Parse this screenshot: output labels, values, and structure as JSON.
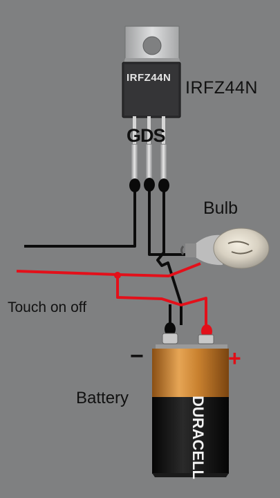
{
  "mosfet": {
    "chip_marking": "IRFZ44N",
    "name": "IRFZ44N",
    "pins": "GDS"
  },
  "bulb": {
    "label": "Bulb"
  },
  "touch": {
    "label": "Touch on off"
  },
  "battery": {
    "label": "Battery",
    "brand": "DURACELL",
    "minus": "−",
    "plus": "+"
  },
  "colors": {
    "background": "#7f8081",
    "wire": "#0c0c0c",
    "red_wire": "#e3101a",
    "copper": "#c9812f",
    "tab": "#c7c8c9"
  }
}
